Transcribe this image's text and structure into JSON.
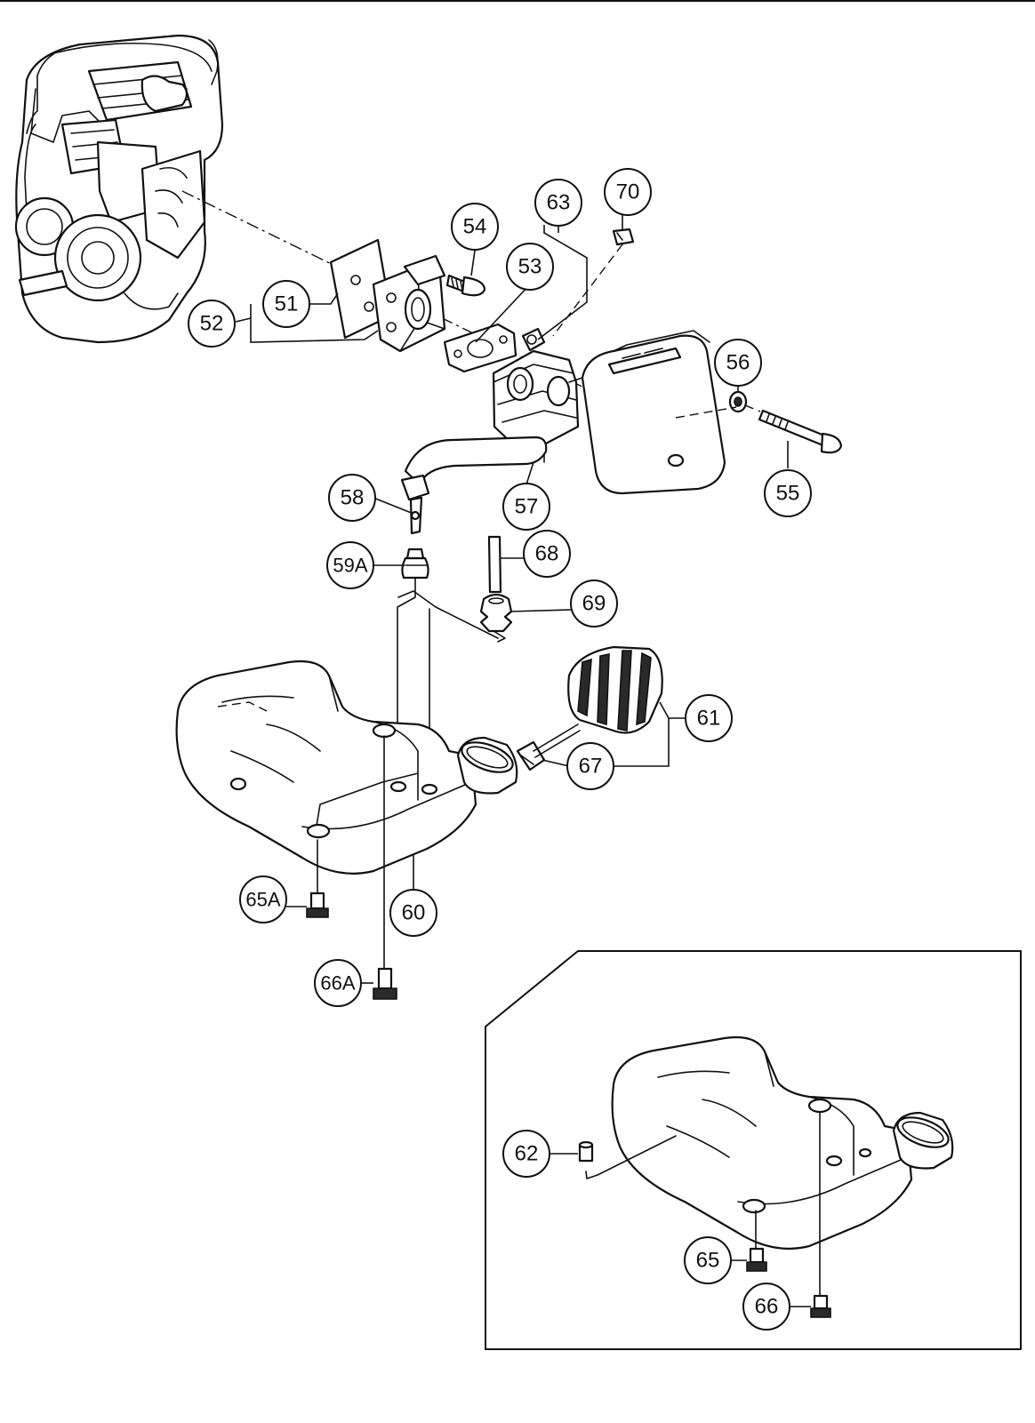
{
  "diagram": {
    "callouts": [
      {
        "id": "c51",
        "label": "51"
      },
      {
        "id": "c52",
        "label": "52"
      },
      {
        "id": "c53",
        "label": "53"
      },
      {
        "id": "c54",
        "label": "54"
      },
      {
        "id": "c55",
        "label": "55"
      },
      {
        "id": "c56",
        "label": "56"
      },
      {
        "id": "c57",
        "label": "57"
      },
      {
        "id": "c58",
        "label": "58"
      },
      {
        "id": "c59A",
        "label": "59A"
      },
      {
        "id": "c60",
        "label": "60"
      },
      {
        "id": "c61",
        "label": "61"
      },
      {
        "id": "c62",
        "label": "62"
      },
      {
        "id": "c63",
        "label": "63"
      },
      {
        "id": "c65",
        "label": "65"
      },
      {
        "id": "c65A",
        "label": "65A"
      },
      {
        "id": "c66",
        "label": "66"
      },
      {
        "id": "c66A",
        "label": "66A"
      },
      {
        "id": "c67",
        "label": "67"
      },
      {
        "id": "c68",
        "label": "68"
      },
      {
        "id": "c69",
        "label": "69"
      },
      {
        "id": "c70",
        "label": "70"
      }
    ]
  }
}
